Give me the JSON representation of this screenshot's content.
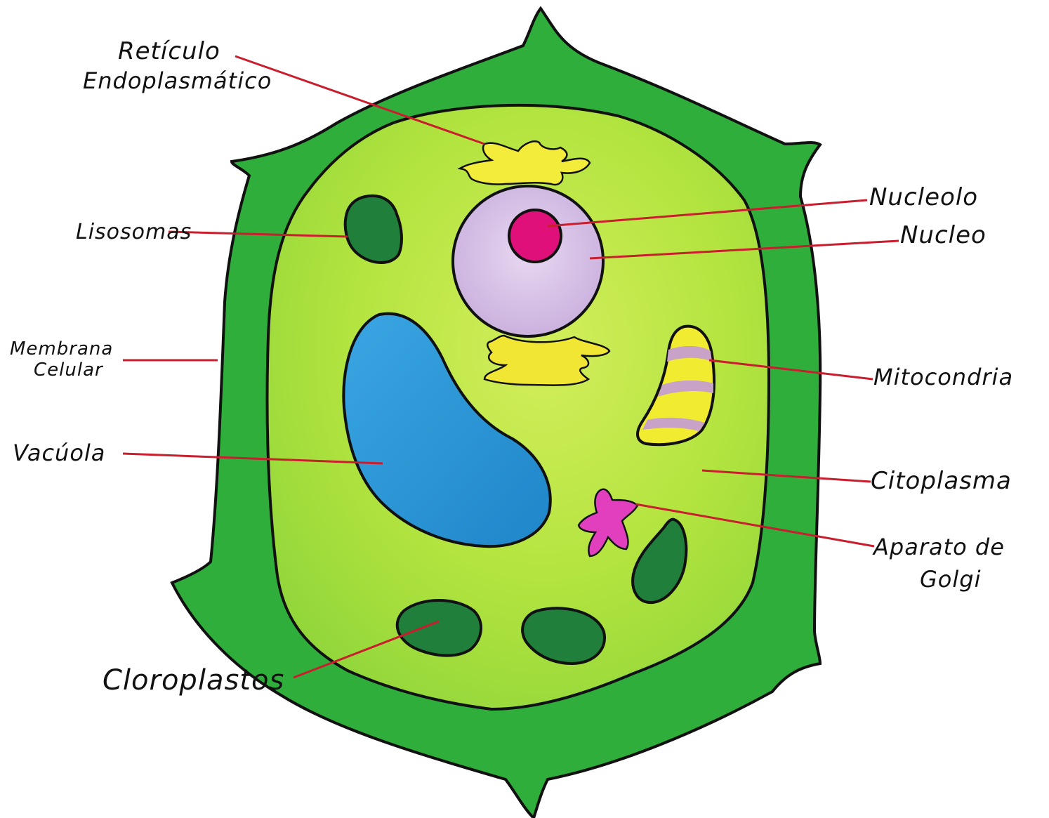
{
  "diagram": {
    "labels": {
      "reticulo_line1": "Retículo",
      "reticulo_line2": "Endoplasmático",
      "lisosomas": "Lisosomas",
      "membrana_line1": "Membrana",
      "membrana_line2": "Celular",
      "vacuola": "Vacúola",
      "cloroplastos": "Cloroplastos",
      "nucleolo": "Nucleolo",
      "nucleo": "Nucleo",
      "mitocondria": "Mitocondria",
      "citoplasma": "Citoplasma",
      "golgi_line1": "Aparato de",
      "golgi_line2": "Golgi"
    },
    "colors": {
      "cell_wall": "#2fae3c",
      "cytoplasm": "#a6df3a",
      "cytoplasm_light": "#d6ee6a",
      "nucleus": "#dcc6ea",
      "nucleolus": "#e0107a",
      "vacuole": "#2b95d8",
      "chloroplast": "#1f7f3b",
      "reticulum": "#f4ec3a",
      "mitochondria_yellow": "#f2ec30",
      "mitochondria_stripe": "#c9a2c7",
      "golgi": "#e23fbe",
      "leader_line": "#c81e2e"
    }
  }
}
